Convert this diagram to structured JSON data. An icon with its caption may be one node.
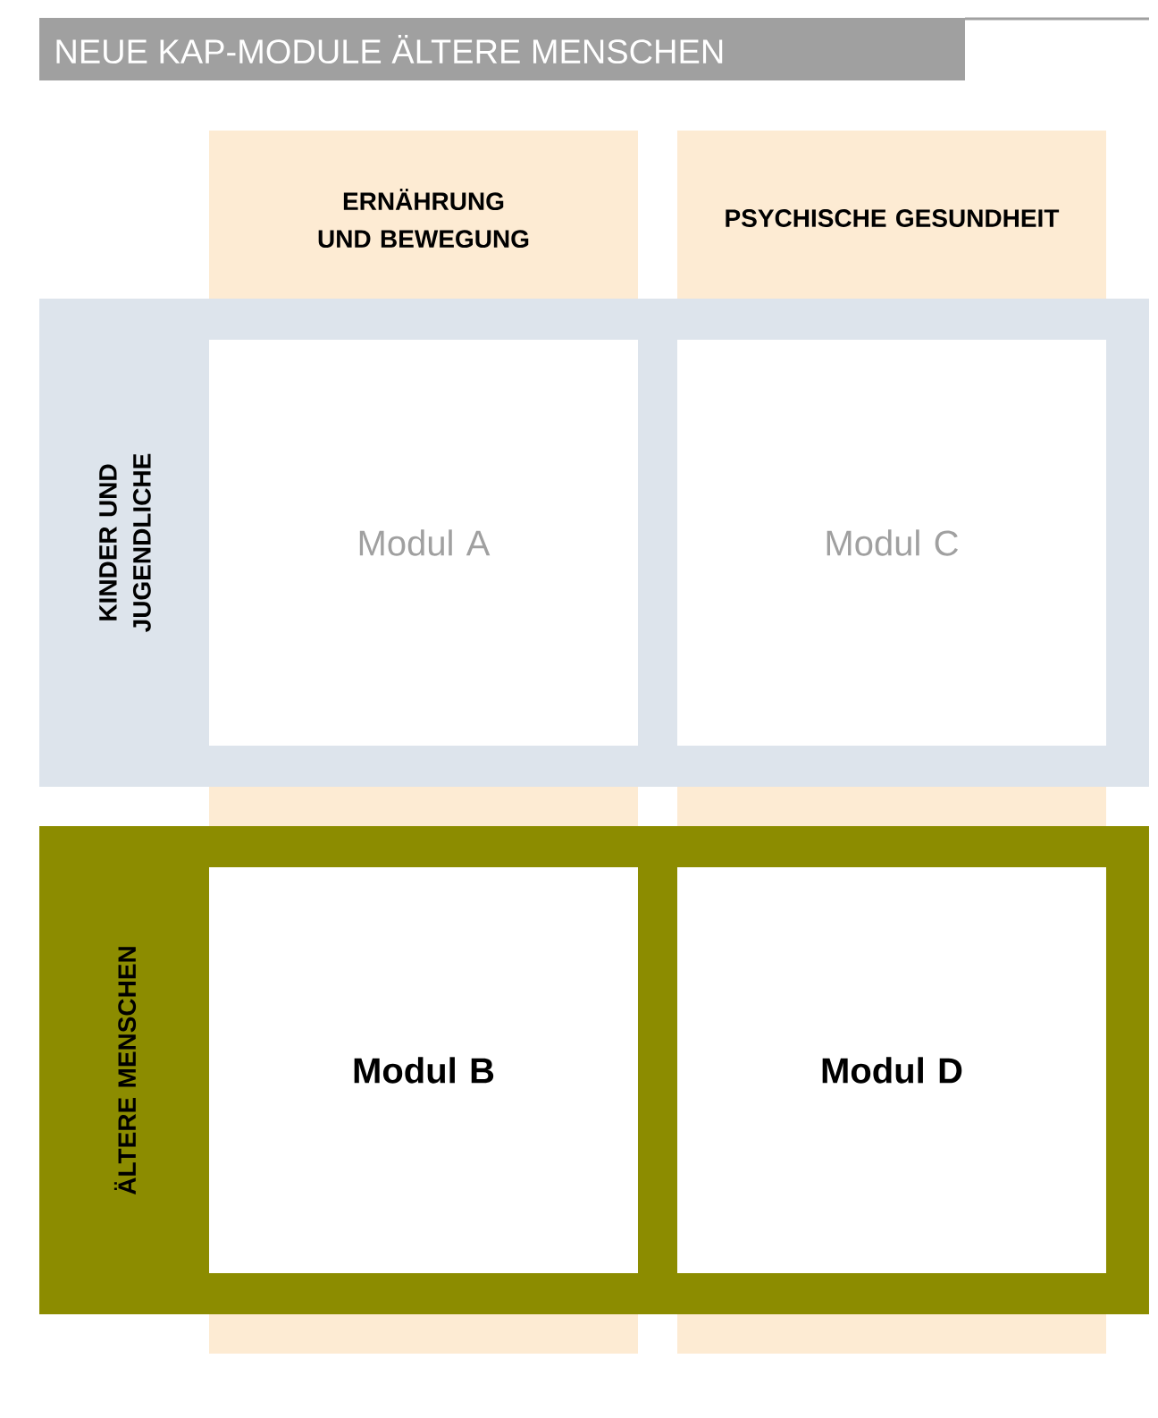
{
  "diagram": {
    "title": "NEUE KAP-MODULE ÄLTERE MENSCHEN",
    "nodes": [
      {
        "text": [
          "ERNÄHRUNG UND BEWEGUNG"
        ]
      },
      {
        "text": [
          "PSYCHISCHE GESUNDHEIT"
        ]
      },
      {
        "text": [
          "KINDER UND JUGENDLICHE"
        ]
      },
      {
        "text": [
          "ÄLTERE MENSCHEN"
        ]
      },
      {
        "text": [
          "Modul A"
        ]
      },
      {
        "text": [
          "Modul C"
        ]
      },
      {
        "text": [
          "Modul B"
        ]
      },
      {
        "text": [
          "Modul D"
        ]
      }
    ]
  }
}
